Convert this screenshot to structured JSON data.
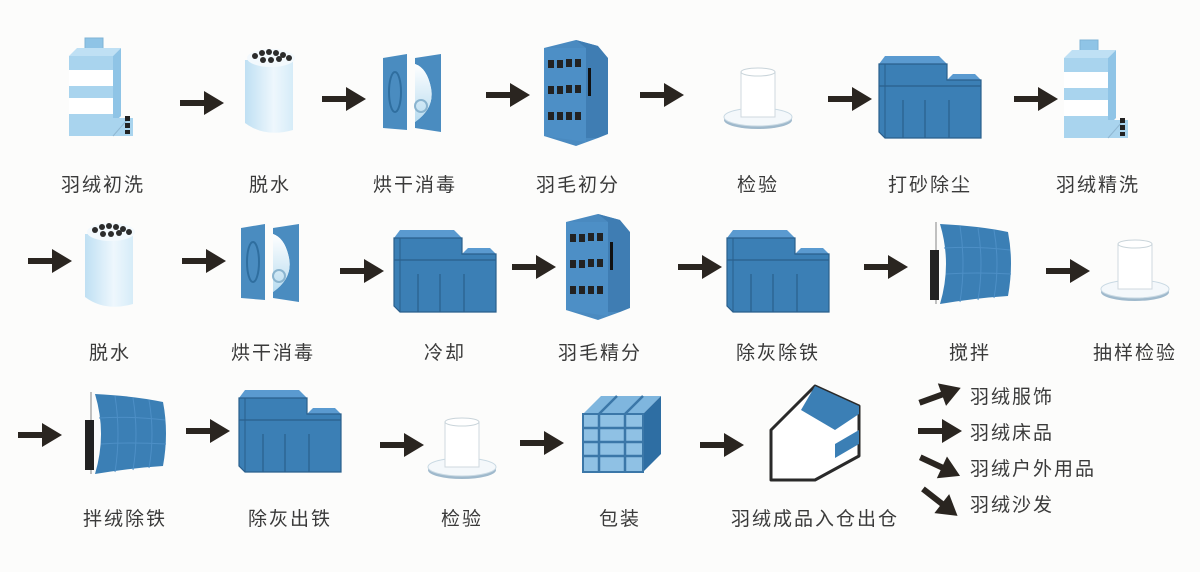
{
  "title": "羽绒加工工艺流程",
  "colors": {
    "blue": "#3b7fb5",
    "light_blue": "#a9d4ee",
    "arrow": "#2a2520",
    "label": "#3a3a3a"
  },
  "rows": [
    {
      "steps": [
        {
          "label": "羽绒初洗",
          "icon": "washer"
        },
        {
          "label": "脱水",
          "icon": "drum"
        },
        {
          "label": "烘干消毒",
          "icon": "dryer"
        },
        {
          "label": "羽毛初分",
          "icon": "tower"
        },
        {
          "label": "检验",
          "icon": "beaker"
        },
        {
          "label": "打砂除尘",
          "icon": "factory"
        },
        {
          "label": "羽绒精洗",
          "icon": "washer"
        }
      ]
    },
    {
      "steps": [
        {
          "label": "脱水",
          "icon": "drum"
        },
        {
          "label": "烘干消毒",
          "icon": "dryer"
        },
        {
          "label": "冷却",
          "icon": "factory"
        },
        {
          "label": "羽毛精分",
          "icon": "tower"
        },
        {
          "label": "除灰除铁",
          "icon": "factory"
        },
        {
          "label": "搅拌",
          "icon": "mixer"
        },
        {
          "label": "抽样检验",
          "icon": "beaker"
        }
      ]
    },
    {
      "steps": [
        {
          "label": "拌绒除铁",
          "icon": "mixer"
        },
        {
          "label": "除灰出铁",
          "icon": "factory"
        },
        {
          "label": "检验",
          "icon": "beaker"
        },
        {
          "label": "包装",
          "icon": "crate"
        },
        {
          "label": "羽绒成品入仓出仓",
          "icon": "warehouse"
        }
      ]
    }
  ],
  "outputs": [
    {
      "label": "羽绒服饰",
      "direction": "up-right"
    },
    {
      "label": "羽绒床品",
      "direction": "right"
    },
    {
      "label": "羽绒户外用品",
      "direction": "down-right"
    },
    {
      "label": "羽绒沙发",
      "direction": "down-right-steep"
    }
  ]
}
